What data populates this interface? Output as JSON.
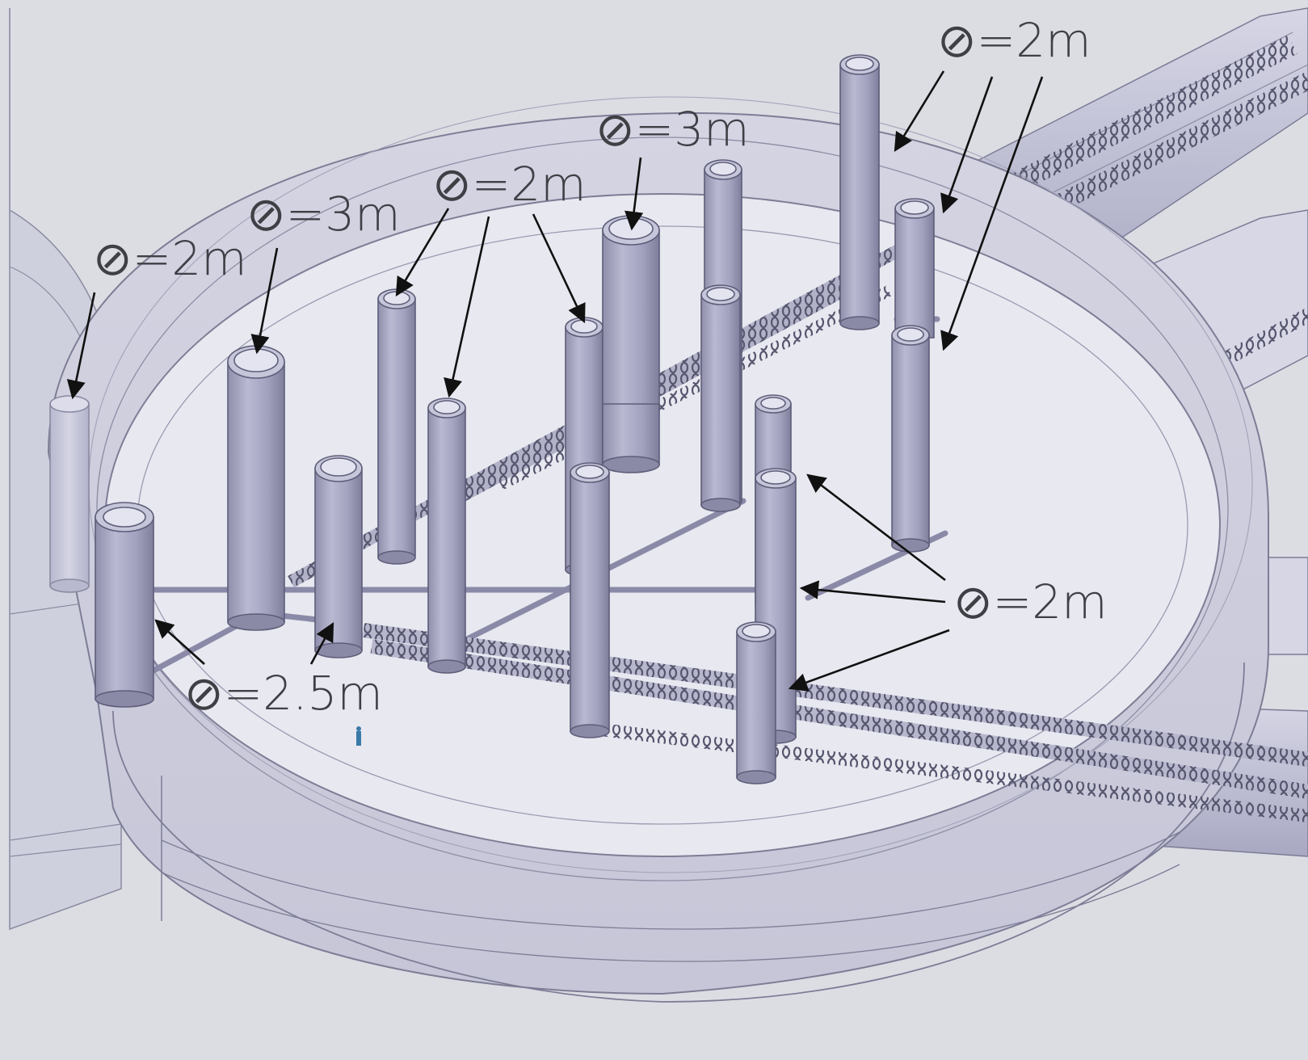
{
  "scene": {
    "labels": {
      "top_right": "⊘=2m",
      "top_center": "⊘=3m",
      "center_left": "⊘=2m",
      "left_mid": "⊘=3m",
      "far_left": "⊘=2m",
      "right_mid": "⊘=2m",
      "bottom_left": "⊘=2.5m"
    }
  }
}
